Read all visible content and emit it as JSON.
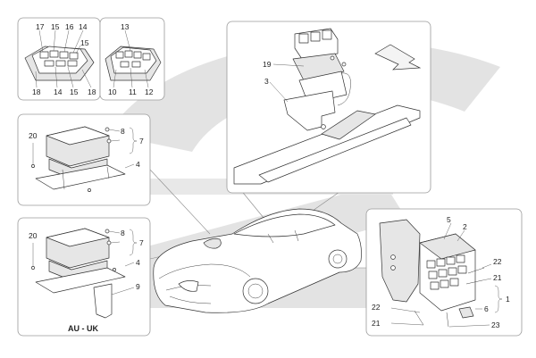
{
  "colors": {
    "watermark": "#dcdcdc",
    "panel_border": "#9a9a9a",
    "line": "#333333",
    "background": "#ffffff"
  },
  "panels": {
    "top_left": {
      "labels": [
        "17",
        "15",
        "16",
        "14",
        "15",
        "18",
        "14",
        "15",
        "18"
      ]
    },
    "top_middle": {
      "labels": [
        "13",
        "10",
        "11",
        "12"
      ]
    },
    "mid_left": {
      "labels": [
        "20",
        "8",
        "7",
        "4"
      ]
    },
    "bottom_left": {
      "labels": [
        "20",
        "8",
        "7",
        "4",
        "9"
      ],
      "caption": "AU - UK"
    },
    "top_right": {
      "labels": [
        "19",
        "3"
      ]
    },
    "bottom_right": {
      "labels": [
        "5",
        "2",
        "22",
        "21",
        "1",
        "6",
        "22",
        "21",
        "23"
      ]
    }
  },
  "icons": {
    "arrow": "direction-arrow-icon",
    "watermark": "logo-watermark-icon",
    "car": "car-outline-icon"
  }
}
